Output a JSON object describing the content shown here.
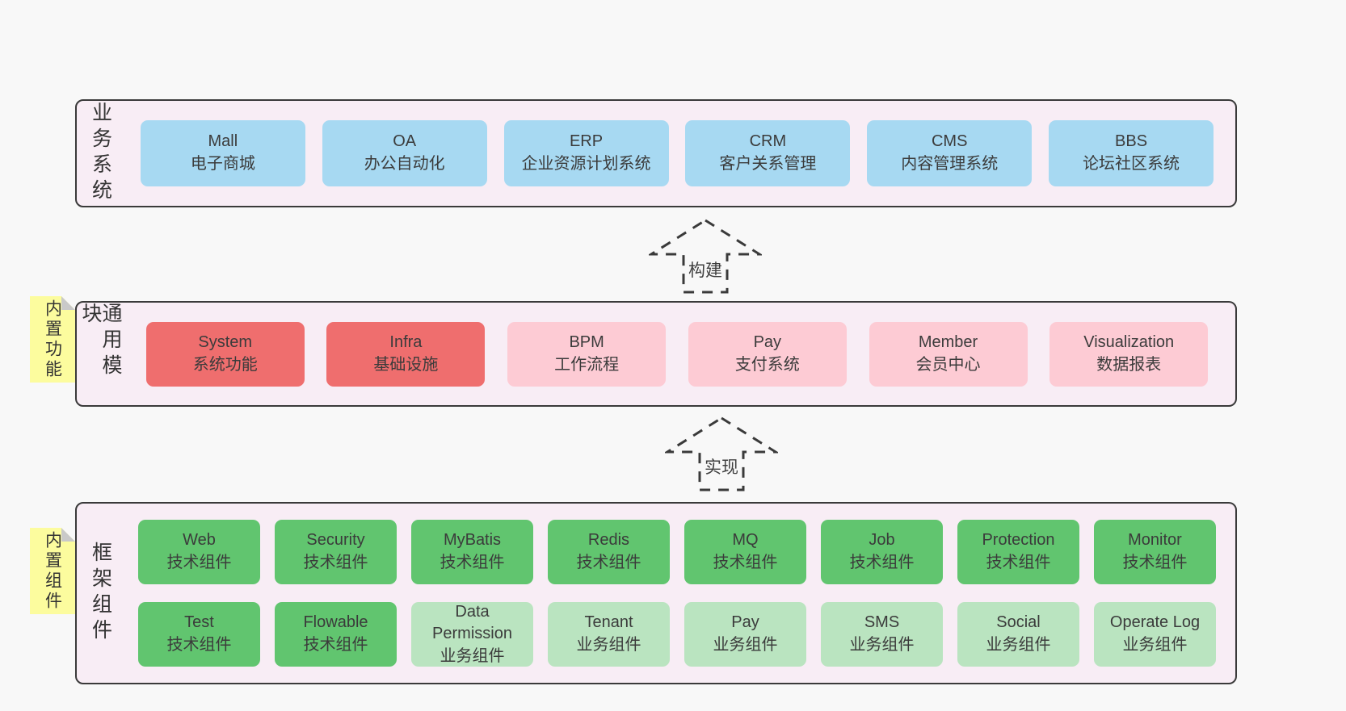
{
  "palette": {
    "page_bg": "#f8f8f8",
    "panel_bg": "#f8edf5",
    "panel_border": "#3a3a3a",
    "text": "#3b3b3b",
    "blue_box": "#a7d9f2",
    "red_box": "#ef6e6e",
    "pink_box": "#fdcbd4",
    "green_dark_box": "#61c56f",
    "green_light_box": "#bae4c0",
    "sticky_bg": "#fcfc9e",
    "sticky_fold": "#c9c9c9",
    "arrow_stroke": "#3a3a3a"
  },
  "layers": [
    {
      "side_label": "业务系统",
      "boxes": [
        {
          "title": "Mall",
          "subtitle": "电子商城",
          "type": "blue"
        },
        {
          "title": "OA",
          "subtitle": "办公自动化",
          "type": "blue"
        },
        {
          "title": "ERP",
          "subtitle": "企业资源计划系统",
          "type": "blue"
        },
        {
          "title": "CRM",
          "subtitle": "客户关系管理",
          "type": "blue"
        },
        {
          "title": "CMS",
          "subtitle": "内容管理系统",
          "type": "blue"
        },
        {
          "title": "BBS",
          "subtitle": "论坛社区系统",
          "type": "blue"
        }
      ]
    },
    {
      "side_label": "通用模块",
      "sticky": "内置功能",
      "boxes": [
        {
          "title": "System",
          "subtitle": "系统功能",
          "type": "red"
        },
        {
          "title": "Infra",
          "subtitle": "基础设施",
          "type": "red"
        },
        {
          "title": "BPM",
          "subtitle": "工作流程",
          "type": "pink"
        },
        {
          "title": "Pay",
          "subtitle": "支付系统",
          "type": "pink"
        },
        {
          "title": "Member",
          "subtitle": "会员中心",
          "type": "pink"
        },
        {
          "title": "Visualization",
          "subtitle": "数据报表",
          "type": "pink"
        }
      ]
    },
    {
      "side_label": "框架组件",
      "sticky": "内置组件",
      "rows": [
        [
          {
            "title": "Web",
            "subtitle": "技术组件",
            "type": "green-dark"
          },
          {
            "title": "Security",
            "subtitle": "技术组件",
            "type": "green-dark"
          },
          {
            "title": "MyBatis",
            "subtitle": "技术组件",
            "type": "green-dark"
          },
          {
            "title": "Redis",
            "subtitle": "技术组件",
            "type": "green-dark"
          },
          {
            "title": "MQ",
            "subtitle": "技术组件",
            "type": "green-dark"
          },
          {
            "title": "Job",
            "subtitle": "技术组件",
            "type": "green-dark"
          },
          {
            "title": "Protection",
            "subtitle": "技术组件",
            "type": "green-dark"
          },
          {
            "title": "Monitor",
            "subtitle": "技术组件",
            "type": "green-dark"
          }
        ],
        [
          {
            "title": "Test",
            "subtitle": "技术组件",
            "type": "green-dark"
          },
          {
            "title": "Flowable",
            "subtitle": "技术组件",
            "type": "green-dark"
          },
          {
            "title": "Data Permission",
            "subtitle": "业务组件",
            "type": "green-light"
          },
          {
            "title": "Tenant",
            "subtitle": "业务组件",
            "type": "green-light"
          },
          {
            "title": "Pay",
            "subtitle": "业务组件",
            "type": "green-light"
          },
          {
            "title": "SMS",
            "subtitle": "业务组件",
            "type": "green-light"
          },
          {
            "title": "Social",
            "subtitle": "业务组件",
            "type": "green-light"
          },
          {
            "title": "Operate Log",
            "subtitle": "业务组件",
            "type": "green-light"
          }
        ]
      ]
    }
  ],
  "arrows": [
    {
      "label": "构建"
    },
    {
      "label": "实现"
    }
  ]
}
